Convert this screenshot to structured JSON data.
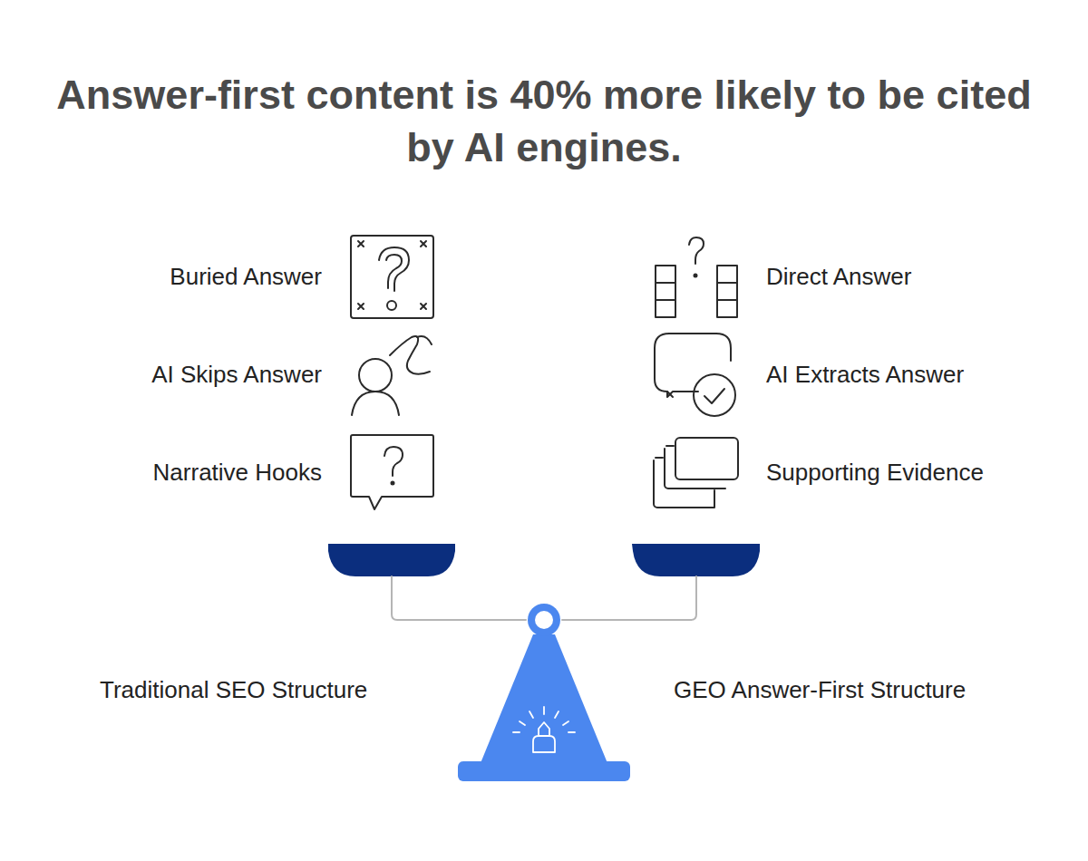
{
  "diagram": {
    "title": "Answer-first content is 40% more likely to be cited by AI engines.",
    "labels": [
      "Buried Answer",
      "Direct Answer",
      "AI Skips Answer",
      "AI Extracts Answer",
      "Narrative Hooks",
      "Supporting Evidence",
      "Traditional SEO Structure",
      "GEO Answer-First Structure"
    ]
  }
}
